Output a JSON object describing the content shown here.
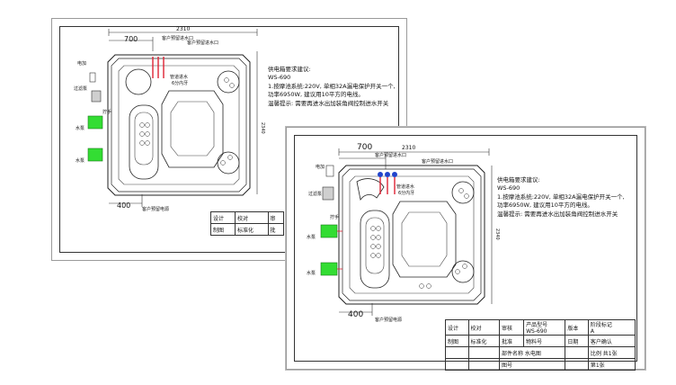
{
  "dimensions": {
    "overall_width": "2310",
    "left_offset": "700",
    "bottom_offset": "400",
    "side_height": "2340"
  },
  "labels": {
    "customer_inlet": "客户预留进水口",
    "customer_inlet_2": "客户预留进水口",
    "customer_power": "客户预留电源",
    "pipe_inlet": "管道进水",
    "pipe_thread": "6分内牙",
    "heater": "电加",
    "filter_pump": "过滤泵",
    "handrail": "拧手",
    "water_pump": "水泵",
    "water_pump_2": "水泵"
  },
  "notes": {
    "title": "供电箱要求建议:",
    "model": "WS-690",
    "line1": "1.按摩池系统:220V, 单相32A漏电保护开关一个,功率6950W, 建议用10平方的电线。",
    "line2": "温馨提示: 需要再进水出加装角阀控制进水开关"
  },
  "title_block_back": {
    "design": "设计",
    "check": "校对",
    "review": "审",
    "drawing": "制图",
    "standard": "标准化",
    "approve": "批"
  },
  "title_block": {
    "design": "设计",
    "check": "校对",
    "review": "审核",
    "product_model_label": "产品型号",
    "product_model_value": "WS-690",
    "version": "版本",
    "stage_mark": "阶段标记",
    "stage_value": "A",
    "drawing": "制图",
    "standard": "标准化",
    "approve": "批准",
    "material_no": "物料号",
    "date": "日期",
    "customer_confirm": "客户确认",
    "part_name_label": "部件名称",
    "part_name_value": "水电图",
    "drawing_no": "图号",
    "scale": "比例",
    "sheet_count": "共1张",
    "sheet_no": "第1张"
  },
  "colors": {
    "pump_green": "#33dd33",
    "pipe_red": "#dd2233",
    "pipe_blue": "#2244cc",
    "line": "#222222"
  }
}
